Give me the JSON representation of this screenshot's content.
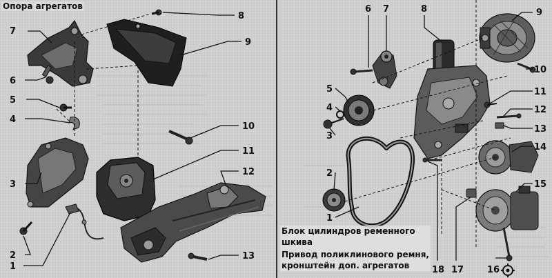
{
  "left_panel": {
    "title": "Опора агрегатов",
    "callouts": [
      {
        "id": "c1",
        "label": "1"
      },
      {
        "id": "c2",
        "label": "2"
      },
      {
        "id": "c3",
        "label": "3"
      },
      {
        "id": "c4",
        "label": "4"
      },
      {
        "id": "c5",
        "label": "5"
      },
      {
        "id": "c6",
        "label": "6"
      },
      {
        "id": "c7",
        "label": "7"
      },
      {
        "id": "c8",
        "label": "8"
      },
      {
        "id": "c9",
        "label": "9"
      },
      {
        "id": "c10",
        "label": "10"
      },
      {
        "id": "c11",
        "label": "11"
      },
      {
        "id": "c12",
        "label": "12"
      },
      {
        "id": "c13",
        "label": "13"
      }
    ]
  },
  "right_panel": {
    "caption_lines": [
      "Блок цилиндров ременного",
      "шкива",
      "Привод поликлинового ремня,",
      "кронштейн доп. агрегатов"
    ],
    "callouts": [
      {
        "id": "r1",
        "label": "1"
      },
      {
        "id": "r2",
        "label": "2"
      },
      {
        "id": "r3",
        "label": "3"
      },
      {
        "id": "r4",
        "label": "4"
      },
      {
        "id": "r5",
        "label": "5"
      },
      {
        "id": "r6",
        "label": "6"
      },
      {
        "id": "r7",
        "label": "7"
      },
      {
        "id": "r8",
        "label": "8"
      },
      {
        "id": "r9",
        "label": "9"
      },
      {
        "id": "r10",
        "label": "10"
      },
      {
        "id": "r11",
        "label": "11"
      },
      {
        "id": "r12",
        "label": "12"
      },
      {
        "id": "r13",
        "label": "13"
      },
      {
        "id": "r14",
        "label": "14"
      },
      {
        "id": "r15",
        "label": "15"
      },
      {
        "id": "r16",
        "label": "16"
      },
      {
        "id": "r17",
        "label": "17"
      },
      {
        "id": "r18",
        "label": "18"
      }
    ]
  },
  "colors": {
    "background": "#cfcfcf",
    "part_dark": "#2b2b2b",
    "part_mid": "#6f6f6f",
    "part_light": "#a9a9a9",
    "leader": "#111111",
    "divider": "#333333"
  }
}
